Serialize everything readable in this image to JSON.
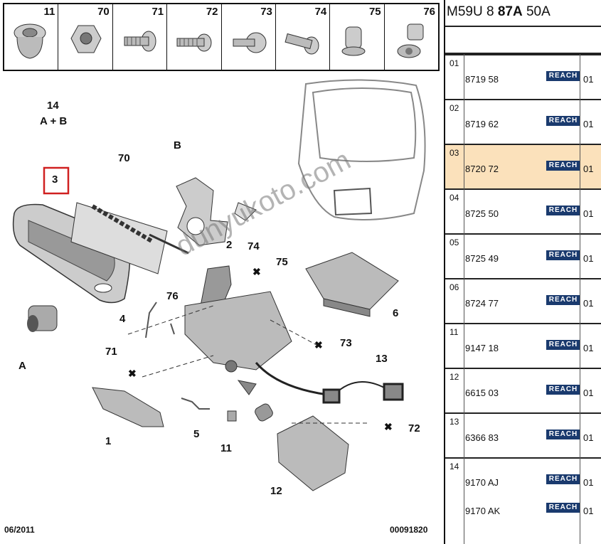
{
  "thumbnails": [
    {
      "num": "11"
    },
    {
      "num": "70"
    },
    {
      "num": "71"
    },
    {
      "num": "72"
    },
    {
      "num": "73"
    },
    {
      "num": "74"
    },
    {
      "num": "75"
    },
    {
      "num": "76"
    }
  ],
  "callouts": {
    "c14": "14",
    "c14_sub": "A + B",
    "cB": "B",
    "c70": "70",
    "c3": "3",
    "c2": "2",
    "c74": "74",
    "c75": "75",
    "c76": "76",
    "c4": "4",
    "c6": "6",
    "c73": "73",
    "c71": "71",
    "cA": "A",
    "c13": "13",
    "c72": "72",
    "c1": "1",
    "c5": "5",
    "c11": "11",
    "c12": "12"
  },
  "watermark": "dunyukoto.com",
  "footer": {
    "date": "06/2011",
    "code": "00091820"
  },
  "panel": {
    "title_pre": "M59U 8 ",
    "title_bold": "87A",
    "title_post": " 50A",
    "rows": [
      {
        "pos": "01",
        "refs": [
          "8719 58"
        ],
        "qty": [
          "01"
        ],
        "highlight": false
      },
      {
        "pos": "02",
        "refs": [
          "8719 62"
        ],
        "qty": [
          "01"
        ],
        "highlight": false
      },
      {
        "pos": "03",
        "refs": [
          "8720 72"
        ],
        "qty": [
          "01"
        ],
        "highlight": true
      },
      {
        "pos": "04",
        "refs": [
          "8725 50"
        ],
        "qty": [
          "01"
        ],
        "highlight": false
      },
      {
        "pos": "05",
        "refs": [
          "8725 49"
        ],
        "qty": [
          "01"
        ],
        "highlight": false
      },
      {
        "pos": "06",
        "refs": [
          "8724 77"
        ],
        "qty": [
          "01"
        ],
        "highlight": false
      },
      {
        "pos": "11",
        "refs": [
          "9147 18"
        ],
        "qty": [
          "01"
        ],
        "highlight": false
      },
      {
        "pos": "12",
        "refs": [
          "6615 03"
        ],
        "qty": [
          "01"
        ],
        "highlight": false
      },
      {
        "pos": "13",
        "refs": [
          "6366 83"
        ],
        "qty": [
          "01"
        ],
        "highlight": false
      },
      {
        "pos": "14",
        "refs": [
          "9170 AJ",
          "9170 AK"
        ],
        "qty": [
          "01",
          "01"
        ],
        "highlight": false
      }
    ],
    "reach_label": "REACH"
  }
}
